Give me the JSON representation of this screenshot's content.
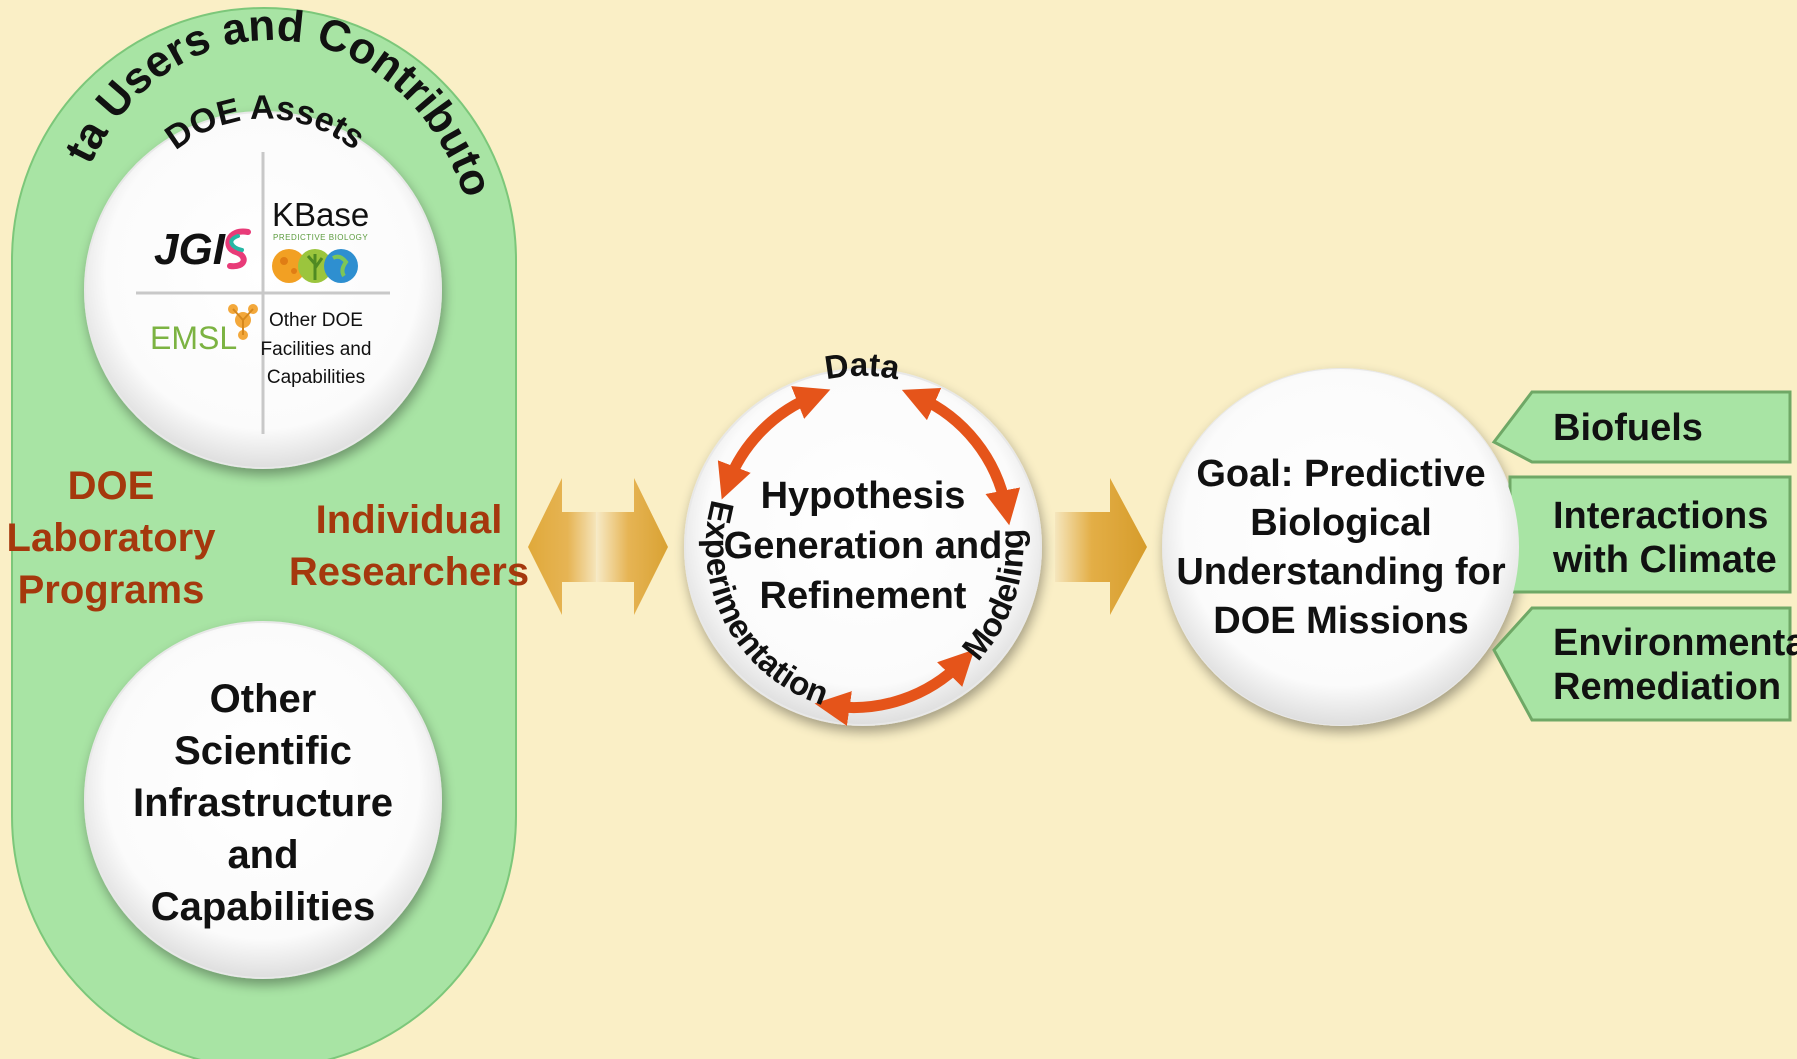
{
  "left_panel": {
    "arc_title": "Data Users and Contributors",
    "assets": {
      "title": "DOE Assets",
      "jgi_logo": "JGI",
      "kbase_logo": "KBase",
      "kbase_tagline": "PREDICTIVE BIOLOGY",
      "emsl_logo": "EMSL",
      "other_lines": [
        "Other DOE",
        "Facilities and",
        "Capabilities"
      ]
    },
    "doe_lab_lines": [
      "DOE",
      "Laboratory",
      "Programs"
    ],
    "individual_lines": [
      "Individual",
      "Researchers"
    ],
    "other_infra_lines": [
      "Other",
      "Scientific",
      "Infrastructure",
      "and",
      "Capabilities"
    ]
  },
  "cycle": {
    "center_lines": [
      "Hypothesis",
      "Generation and",
      "Refinement"
    ],
    "data_label": "Data",
    "modeling_label": "Modeling",
    "experimentation_label": "Experimentation"
  },
  "goal": {
    "lines": [
      "Goal: Predictive",
      "Biological",
      "Understanding for",
      "DOE Missions"
    ]
  },
  "missions": [
    {
      "lines": [
        "Biofuels"
      ]
    },
    {
      "lines": [
        "Interactions",
        "with Climate"
      ]
    },
    {
      "lines": [
        "Environmental",
        "Remediation"
      ]
    }
  ],
  "colors": {
    "background": "#faefc6",
    "panel_green": "#a8e4a4",
    "label_brown": "#a5380d",
    "arrow_gold": "#d9a233",
    "cycle_orange": "#e5541a"
  }
}
